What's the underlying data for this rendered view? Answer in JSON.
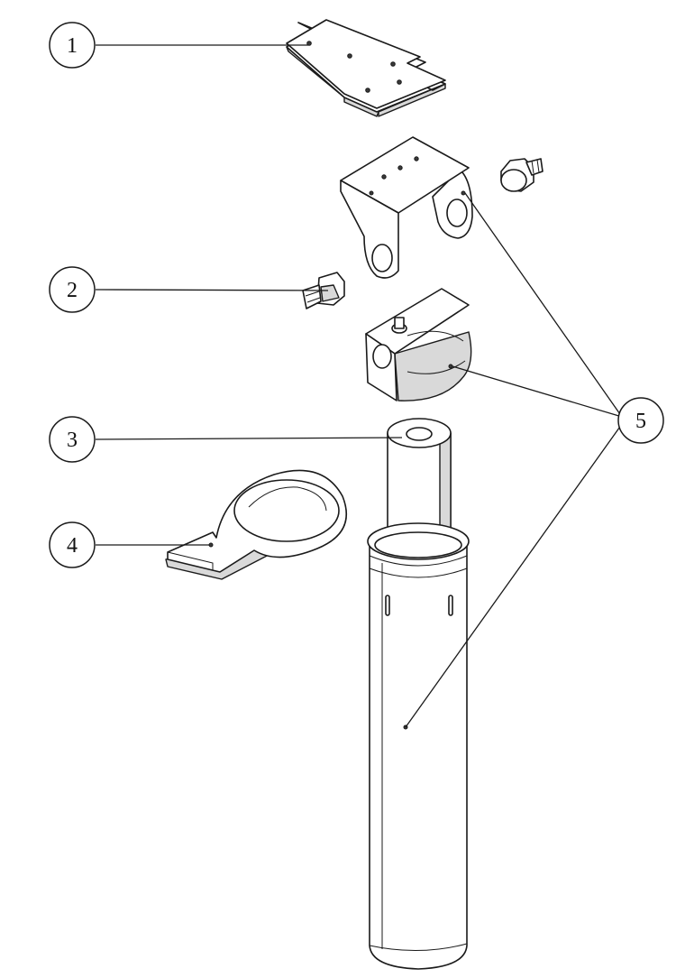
{
  "balloons": {
    "b1": "1",
    "b2": "2",
    "b3": "3",
    "b4": "4",
    "b5": "5"
  },
  "colors": {
    "line": "#1a1a1a",
    "shade": "#d9d9d9",
    "background": "#ffffff"
  }
}
